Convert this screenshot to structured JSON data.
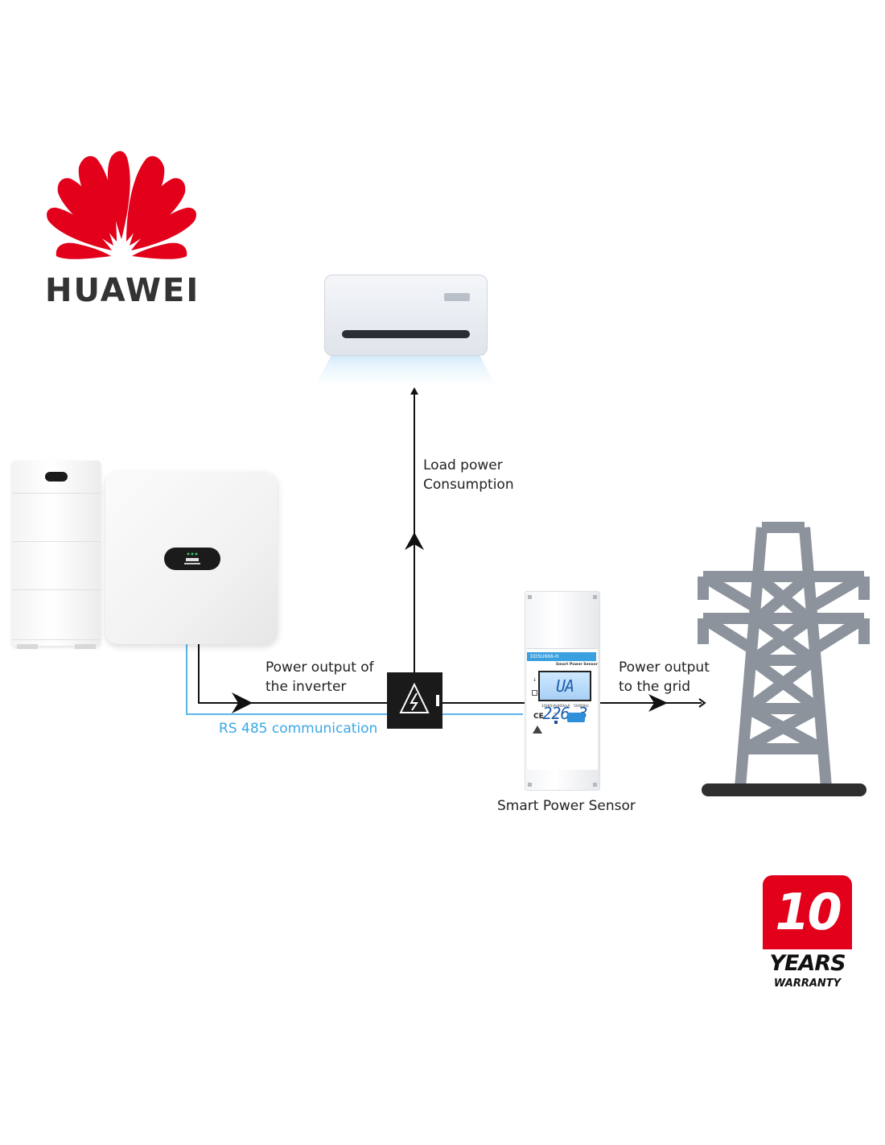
{
  "brand": {
    "name": "HUAWEI",
    "logo_color": "#e2001a"
  },
  "colors": {
    "power_line": "#111111",
    "comm_line": "#5bb4ec",
    "comm_text": "#3aa8e8"
  },
  "labels": {
    "load": {
      "line1": "Load power",
      "line2": "Consumption"
    },
    "inverter_output": {
      "line1": "Power output of",
      "line2": "the inverter"
    },
    "grid_output": {
      "line1": "Power output",
      "line2": "to the grid"
    },
    "rs485": "RS 485 communication",
    "sensor": "Smart Power Sensor"
  },
  "sensor_device": {
    "model": "DDSU666-H",
    "subtitle": "Smart Power Sensor",
    "lcd": "UA 226.3",
    "rating": "10(60)A/400mA",
    "frequency": "50/60Hz"
  },
  "warranty": {
    "number": "10",
    "years": "YEARS",
    "word": "WARRANTY"
  },
  "icons": [
    "huawei-logo-icon",
    "battery-icon",
    "inverter-icon",
    "air-conditioner-icon",
    "junction-box-icon",
    "lightning-icon",
    "power-sensor-icon",
    "transmission-tower-icon"
  ]
}
